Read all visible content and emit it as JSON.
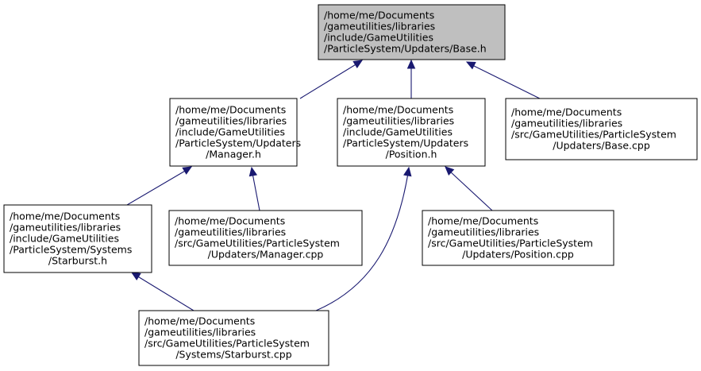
{
  "colors": {
    "edge": "#191970",
    "node_fill": "#ffffff",
    "focus_fill": "#bfbfbf",
    "node_border": "#000000"
  },
  "nodes": [
    {
      "id": "base_h",
      "focus": true,
      "lines": [
        "/home/me/Documents",
        "/gameutilities/libraries",
        "/include/GameUtilities",
        "/ParticleSystem/Updaters/Base.h"
      ]
    },
    {
      "id": "manager_h",
      "focus": false,
      "lines": [
        "/home/me/Documents",
        "/gameutilities/libraries",
        "/include/GameUtilities",
        "/ParticleSystem/Updaters",
        "/Manager.h"
      ]
    },
    {
      "id": "position_h",
      "focus": false,
      "lines": [
        "/home/me/Documents",
        "/gameutilities/libraries",
        "/include/GameUtilities",
        "/ParticleSystem/Updaters",
        "/Position.h"
      ]
    },
    {
      "id": "base_cpp",
      "focus": false,
      "lines": [
        "/home/me/Documents",
        "/gameutilities/libraries",
        "/src/GameUtilities/ParticleSystem",
        "/Updaters/Base.cpp"
      ]
    },
    {
      "id": "starburst_h",
      "focus": false,
      "lines": [
        "/home/me/Documents",
        "/gameutilities/libraries",
        "/include/GameUtilities",
        "/ParticleSystem/Systems",
        "/Starburst.h"
      ]
    },
    {
      "id": "manager_cpp",
      "focus": false,
      "lines": [
        "/home/me/Documents",
        "/gameutilities/libraries",
        "/src/GameUtilities/ParticleSystem",
        "/Updaters/Manager.cpp"
      ]
    },
    {
      "id": "position_cpp",
      "focus": false,
      "lines": [
        "/home/me/Documents",
        "/gameutilities/libraries",
        "/src/GameUtilities/ParticleSystem",
        "/Updaters/Position.cpp"
      ]
    },
    {
      "id": "starburst_cpp",
      "focus": false,
      "lines": [
        "/home/me/Documents",
        "/gameutilities/libraries",
        "/src/GameUtilities/ParticleSystem",
        "/Systems/Starburst.cpp"
      ]
    }
  ],
  "edges": [
    {
      "from": "manager_h",
      "to": "base_h"
    },
    {
      "from": "position_h",
      "to": "base_h"
    },
    {
      "from": "base_cpp",
      "to": "base_h"
    },
    {
      "from": "starburst_h",
      "to": "manager_h"
    },
    {
      "from": "manager_cpp",
      "to": "manager_h"
    },
    {
      "from": "starburst_cpp",
      "to": "starburst_h"
    },
    {
      "from": "starburst_cpp",
      "to": "position_h"
    },
    {
      "from": "position_cpp",
      "to": "position_h"
    }
  ]
}
